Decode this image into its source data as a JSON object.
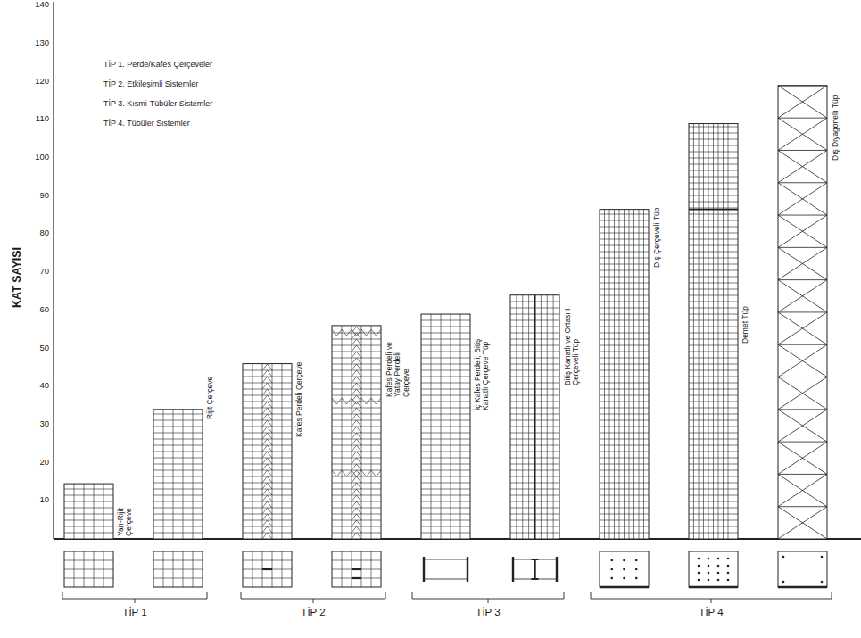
{
  "diagram": {
    "labels": [
      "TİP 1. Perde/Kafes Çerçeveler",
      "TİP 2. Etkileşimli Sistemler",
      "TİP 3. Kısmi-Tübüler Sistemler",
      "TİP 4. Tübüler Sistemler",
      "KAT SAYISI",
      "10",
      "20",
      "30",
      "40",
      "50",
      "60",
      "70",
      "80",
      "90",
      "100",
      "110",
      "120",
      "130",
      "140",
      "Yarı-Rijit Çerçeve",
      "Rijit Çerçeve",
      "Kafes Perdeli Çerçeve",
      "Kafes Perdeli ve Yatay Perdeli Çerçeve",
      "İç Kafes Perdeli; Bitiş Kanatlı Çerçeve Tüp",
      "Bitiş Kanatlı ve Ortası I Çerçeveli Tüp",
      "Dış Çerçeveli Tüp",
      "Demet Tüp",
      "Dış Diyagonelli Tüp",
      "TİP 1",
      "TİP 2",
      "TİP 3",
      "TİP 4"
    ]
  }
}
